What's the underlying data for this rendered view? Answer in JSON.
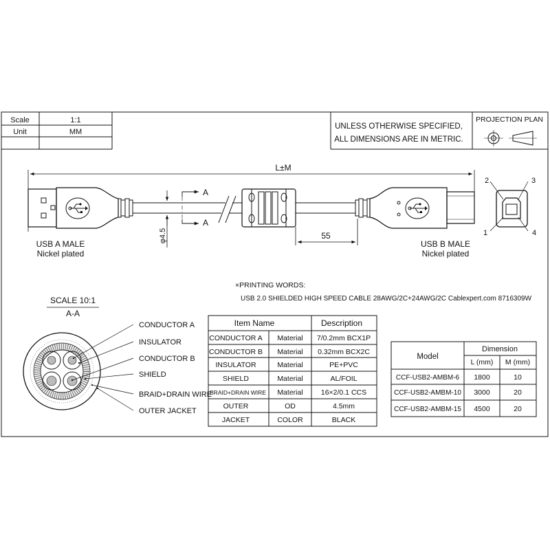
{
  "title_block": {
    "scale_label": "Scale",
    "scale_value": "1:1",
    "unit_label": "Unit",
    "unit_value": "MM",
    "note_line1": "UNLESS OTHERWISE SPECIFIED,",
    "note_line2": "ALL DIMENSIONS ARE IN METRIC.",
    "projection_label": "PROJECTION PLAN"
  },
  "cable_view": {
    "overall_length": "L±M",
    "diameter": "φ4.5",
    "section_mark_top": "A",
    "section_mark_bottom": "A",
    "ferrite_offset": "55",
    "pin_labels": [
      "1",
      "2",
      "3",
      "4"
    ],
    "connector_a_line1": "USB A MALE",
    "connector_a_line2": "Nickel plated",
    "connector_b_line1": "USB B MALE",
    "connector_b_line2": "Nickel plated"
  },
  "printing": {
    "label": "×PRINTING WORDS:",
    "text": "USB 2.0 SHIELDED HIGH SPEED CABLE 28AWG/2C+24AWG/2C Cablexpert.com 8716309W"
  },
  "cross_section": {
    "scale": "SCALE 10:1",
    "view": "A-A",
    "labels": [
      "CONDUCTOR A",
      "INSULATOR",
      "CONDUCTOR B",
      "SHIELD",
      "BRAID+DRAIN WIRE",
      "OUTER JACKET"
    ]
  },
  "material_table": {
    "headers": [
      "Item Name",
      "Description"
    ],
    "rows": [
      [
        "CONDUCTOR A",
        "Material",
        "7/0.2mm BCX1P"
      ],
      [
        "CONDUCTOR B",
        "Material",
        "0.32mm BCX2C"
      ],
      [
        "INSULATOR",
        "Material",
        "PE+PVC"
      ],
      [
        "SHIELD",
        "Material",
        "AL/FOIL"
      ],
      [
        "BRAID+DRAIN WIRE",
        "Material",
        "16×2/0.1 CCS"
      ],
      [
        "OUTER",
        "OD",
        "4.5mm"
      ],
      [
        "JACKET",
        "COLOR",
        "BLACK"
      ]
    ]
  },
  "model_table": {
    "model_header": "Model",
    "dimension_header": "Dimension",
    "l_header": "L (mm)",
    "m_header": "M (mm)",
    "rows": [
      [
        "CCF-USB2-AMBM-6",
        "1800",
        "10"
      ],
      [
        "CCF-USB2-AMBM-10",
        "3000",
        "20"
      ],
      [
        "CCF-USB2-AMBM-15",
        "4500",
        "20"
      ]
    ]
  }
}
